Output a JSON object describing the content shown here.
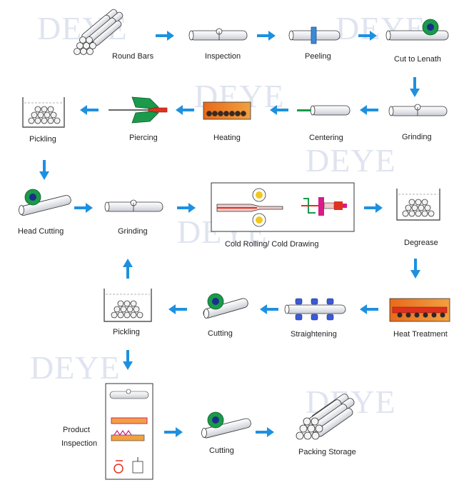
{
  "watermark": "DEYE",
  "colors": {
    "arrow": "#1e90e0",
    "pipe_fill": "#eceef2",
    "pipe_stroke": "#333333",
    "heat_red": "#e0301e",
    "heat_orange": "#e8701a",
    "green": "#1a9a4a",
    "blue_roller": "#3a5ad8"
  },
  "steps": [
    {
      "id": "round-bars",
      "label": "Round Bars",
      "icon": "round-bars-bundle-icon"
    },
    {
      "id": "inspection",
      "label": "Inspection",
      "icon": "pipe-inspection-icon"
    },
    {
      "id": "peeling",
      "label": "Peeling",
      "icon": "pipe-peeling-icon"
    },
    {
      "id": "cut-to-length",
      "label": "Cut to Lenath",
      "icon": "cutting-disc-icon"
    },
    {
      "id": "grinding-1",
      "label": "Grinding",
      "icon": "pipe-grinding-icon"
    },
    {
      "id": "centering",
      "label": "Centering",
      "icon": "pipe-centering-icon"
    },
    {
      "id": "heating",
      "label": "Heating",
      "icon": "heating-furnace-icon"
    },
    {
      "id": "piercing",
      "label": "Piercing",
      "icon": "piercing-mill-icon"
    },
    {
      "id": "pickling-1",
      "label": "Pickling",
      "icon": "pickling-tank-icon"
    },
    {
      "id": "head-cutting",
      "label": "Head Cutting",
      "icon": "head-cutting-disc-icon"
    },
    {
      "id": "grinding-2",
      "label": "Grinding",
      "icon": "pipe-grinding-icon"
    },
    {
      "id": "cold-rolling",
      "label": "Cold Rolling/ Cold Drawing",
      "icon": "cold-rolling-drawing-icon"
    },
    {
      "id": "degrease",
      "label": "Degrease",
      "icon": "degrease-tank-icon"
    },
    {
      "id": "heat-treatment",
      "label": "Heat Treatment",
      "icon": "heat-treatment-furnace-icon"
    },
    {
      "id": "straightening",
      "label": "Straightening",
      "icon": "straightening-rollers-icon"
    },
    {
      "id": "cutting-1",
      "label": "Cutting",
      "icon": "cutting-disc-icon"
    },
    {
      "id": "pickling-2",
      "label": "Pickling",
      "icon": "pickling-tank-icon"
    },
    {
      "id": "product-inspection",
      "label_line1": "Product",
      "label_line2": "Inspection",
      "icon": "inspection-panel-icon"
    },
    {
      "id": "cutting-2",
      "label": "Cutting",
      "icon": "cutting-disc-icon"
    },
    {
      "id": "packing-storage",
      "label": "Packing Storage",
      "icon": "pipe-bundle-icon"
    }
  ]
}
